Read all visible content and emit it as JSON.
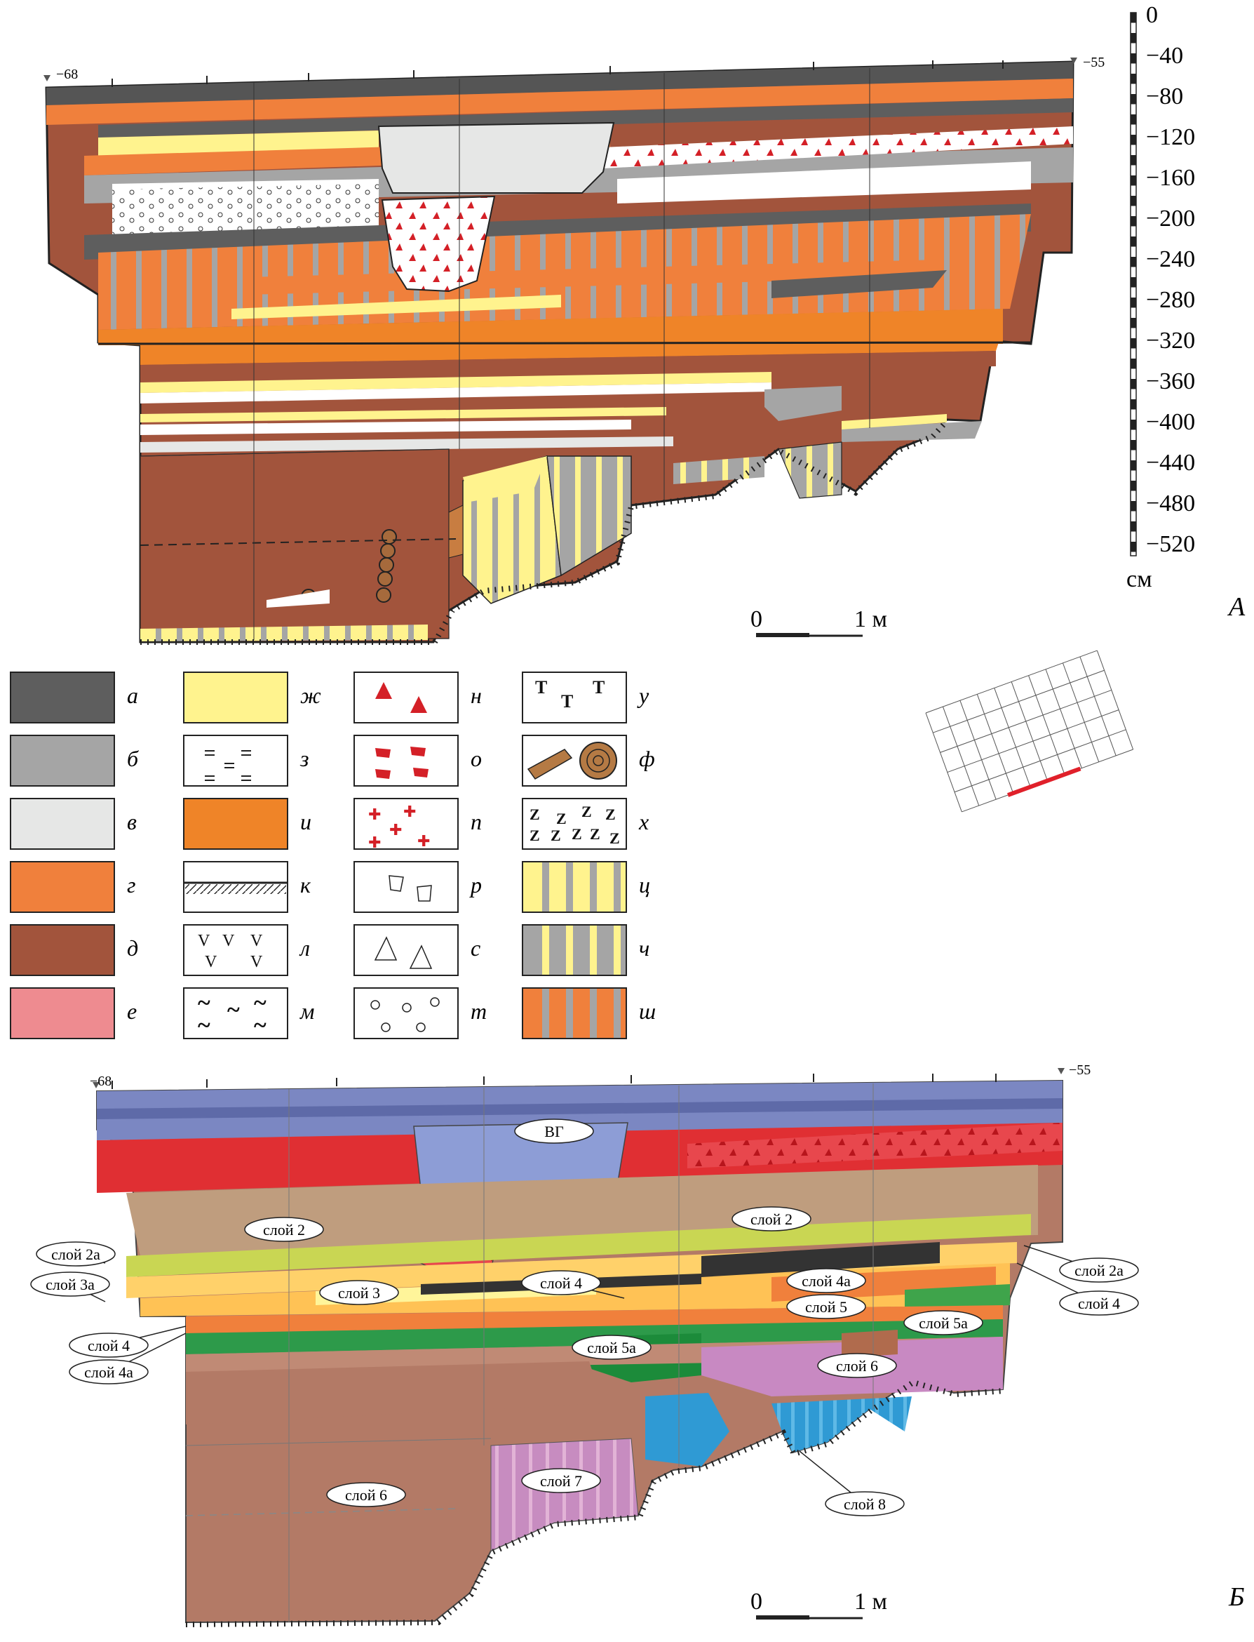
{
  "panel_a": {
    "label": "А",
    "left_mark": "−68",
    "right_mark": "−55",
    "scale_bar": {
      "start": "0",
      "end": "1 м"
    }
  },
  "depth_ruler": {
    "ticks": [
      "0",
      "−40",
      "−80",
      "−120",
      "−160",
      "−200",
      "−240",
      "−280",
      "−320",
      "−360",
      "−400",
      "−440",
      "−480",
      "−520"
    ],
    "unit": "см"
  },
  "legend": [
    {
      "letter": "а",
      "pattern": "solid",
      "color": "#5e5e5e"
    },
    {
      "letter": "б",
      "pattern": "solid",
      "color": "#a5a5a5"
    },
    {
      "letter": "в",
      "pattern": "solid",
      "color": "#e6e7e6"
    },
    {
      "letter": "г",
      "pattern": "solid",
      "color": "#f0803c"
    },
    {
      "letter": "д",
      "pattern": "solid",
      "color": "#a2543c"
    },
    {
      "letter": "е",
      "pattern": "solid",
      "color": "#ee8b90"
    },
    {
      "letter": "ж",
      "pattern": "solid",
      "color": "#fff38e"
    },
    {
      "letter": "з",
      "pattern": "dashes"
    },
    {
      "letter": "и",
      "pattern": "solid",
      "color": "#ef8428"
    },
    {
      "letter": "к",
      "pattern": "hatched-line"
    },
    {
      "letter": "л",
      "pattern": "v-marks"
    },
    {
      "letter": "м",
      "pattern": "tildes"
    },
    {
      "letter": "н",
      "pattern": "red-triangles"
    },
    {
      "letter": "о",
      "pattern": "red-blocks"
    },
    {
      "letter": "п",
      "pattern": "red-crosses"
    },
    {
      "letter": "р",
      "pattern": "fragments"
    },
    {
      "letter": "с",
      "pattern": "triangles-outline"
    },
    {
      "letter": "т",
      "pattern": "circles"
    },
    {
      "letter": "у",
      "pattern": "t-marks"
    },
    {
      "letter": "ф",
      "pattern": "wood"
    },
    {
      "letter": "х",
      "pattern": "z-marks"
    },
    {
      "letter": "ц",
      "pattern": "stripes-yellow-grey"
    },
    {
      "letter": "ч",
      "pattern": "stripes-grey-yellow"
    },
    {
      "letter": "ш",
      "pattern": "stripes-orange-grey"
    }
  ],
  "panel_b": {
    "label": "Б",
    "left_mark": "−68",
    "right_mark": "−55",
    "scale_bar": {
      "start": "0",
      "end": "1 м"
    },
    "layer_labels": {
      "vg": "ВГ",
      "sloy2_left": "слой 2",
      "sloy2_right": "слой 2",
      "sloy2a_left": "слой 2а",
      "sloy3a": "слой 3а",
      "sloy3": "слой 3",
      "sloy4_mid": "слой 4",
      "sloy4a_mid": "слой 4а",
      "sloy5": "слой 5",
      "sloy5a_right": "слой 5а",
      "sloy2a_right": "слой 2а",
      "sloy4_right": "слой 4",
      "sloy4_left": "слой 4",
      "sloy4a_left": "слой 4а",
      "sloy5a_mid": "слой 5а",
      "sloy6_right": "слой 6",
      "sloy6_main": "слой 6",
      "sloy7": "слой 7",
      "sloy8": "слой 8"
    }
  }
}
